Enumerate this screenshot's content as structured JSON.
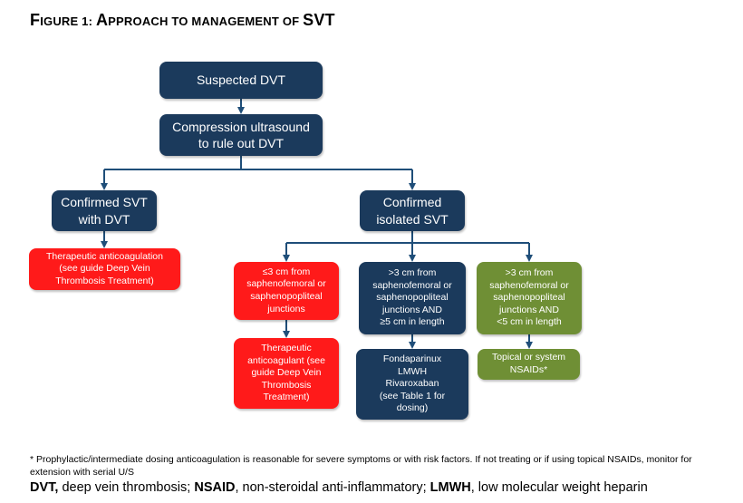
{
  "title": {
    "prefix_big": "F",
    "prefix_rest": "IGURE 1: ",
    "word1_big": "A",
    "word1_rest": "PPROACH TO MANAGEMENT OF ",
    "suffix": "SVT"
  },
  "colors": {
    "navy": "#1b3a5c",
    "red": "#ff1a1a",
    "green": "#6f8f35",
    "connector": "#1f4e79"
  },
  "nodes": {
    "suspected": "Suspected DVT",
    "compression": "Compression ultrasound\nto rule out DVT",
    "confirmed_svt_dvt": "Confirmed SVT\nwith DVT",
    "confirmed_isolated": "Confirmed\nisolated SVT",
    "therapeutic_anticoag": "Therapeutic anticoagulation\n(see guide Deep Vein\nThrombosis Treatment)",
    "le3cm": "≤3 cm from\nsaphenofemoral or\nsaphenopopliteal\njunctions",
    "gt3_ge5": ">3 cm from\nsaphenofemoral or\nsaphenopopliteal\njunctions AND\n≥5 cm in length",
    "gt3_lt5": ">3 cm from\nsaphenofemoral or\nsaphenopopliteal\njunctions AND\n<5 cm in length",
    "therapeutic_anticoagulant": "Therapeutic\nanticoagulant (see\nguide Deep Vein\nThrombosis\nTreatment)",
    "fonda": "Fondaparinux\nLMWH\nRivaroxaban\n(see Table 1 for\ndosing)",
    "nsaids": "Topical or system\nNSAIDs*"
  },
  "footnote": "* Prophylactic/intermediate dosing anticoagulation is reasonable for severe symptoms or with risk factors. If not treating or if using topical NSAIDs, monitor for extension with serial U/S",
  "legend": {
    "dvt_abbr": "DVT,",
    "dvt_def": " deep vein thrombosis; ",
    "nsaid_abbr": "NSAID",
    "nsaid_def": ", non-steroidal anti-inflammatory; ",
    "lmwh_abbr": "LMWH",
    "lmwh_def": ", low molecular weight heparin"
  }
}
